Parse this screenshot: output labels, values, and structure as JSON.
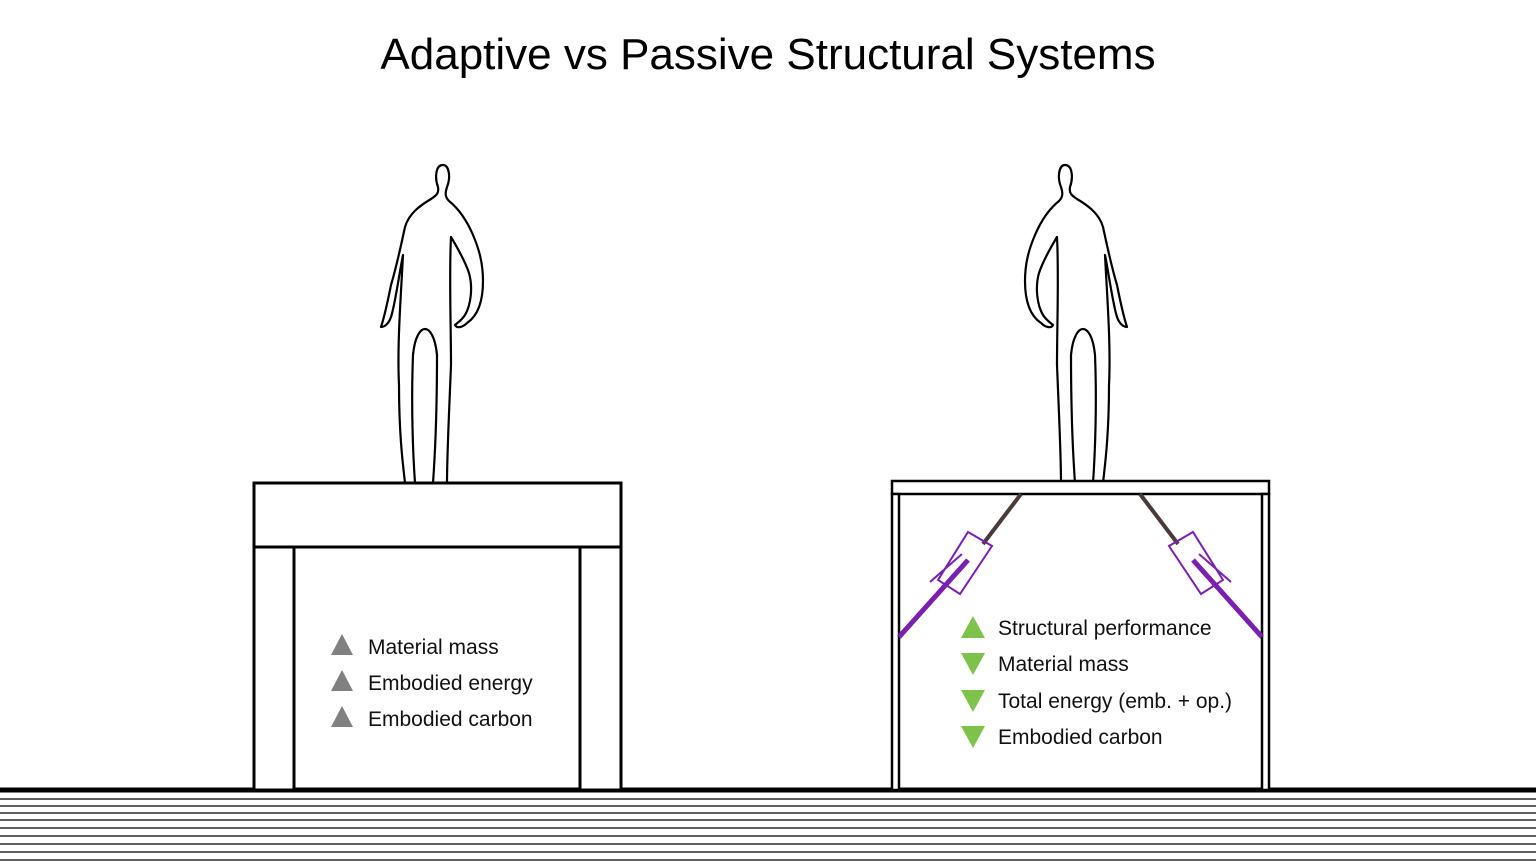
{
  "title": "Adaptive vs Passive Structural Systems",
  "colors": {
    "neutral_marker": "#808080",
    "positive_marker": "#7dc24b",
    "actuator": "#7a1fb0",
    "cable": "#4a3b3b",
    "line": "#000000"
  },
  "passive": {
    "items": [
      {
        "label": "Material mass",
        "direction": "up"
      },
      {
        "label": "Embodied energy",
        "direction": "up"
      },
      {
        "label": "Embodied carbon",
        "direction": "up"
      }
    ]
  },
  "adaptive": {
    "items": [
      {
        "label": "Structural performance",
        "direction": "up"
      },
      {
        "label": "Material mass",
        "direction": "down"
      },
      {
        "label": "Total energy (emb. + op.)",
        "direction": "down"
      },
      {
        "label": "Embodied carbon",
        "direction": "down"
      }
    ]
  }
}
